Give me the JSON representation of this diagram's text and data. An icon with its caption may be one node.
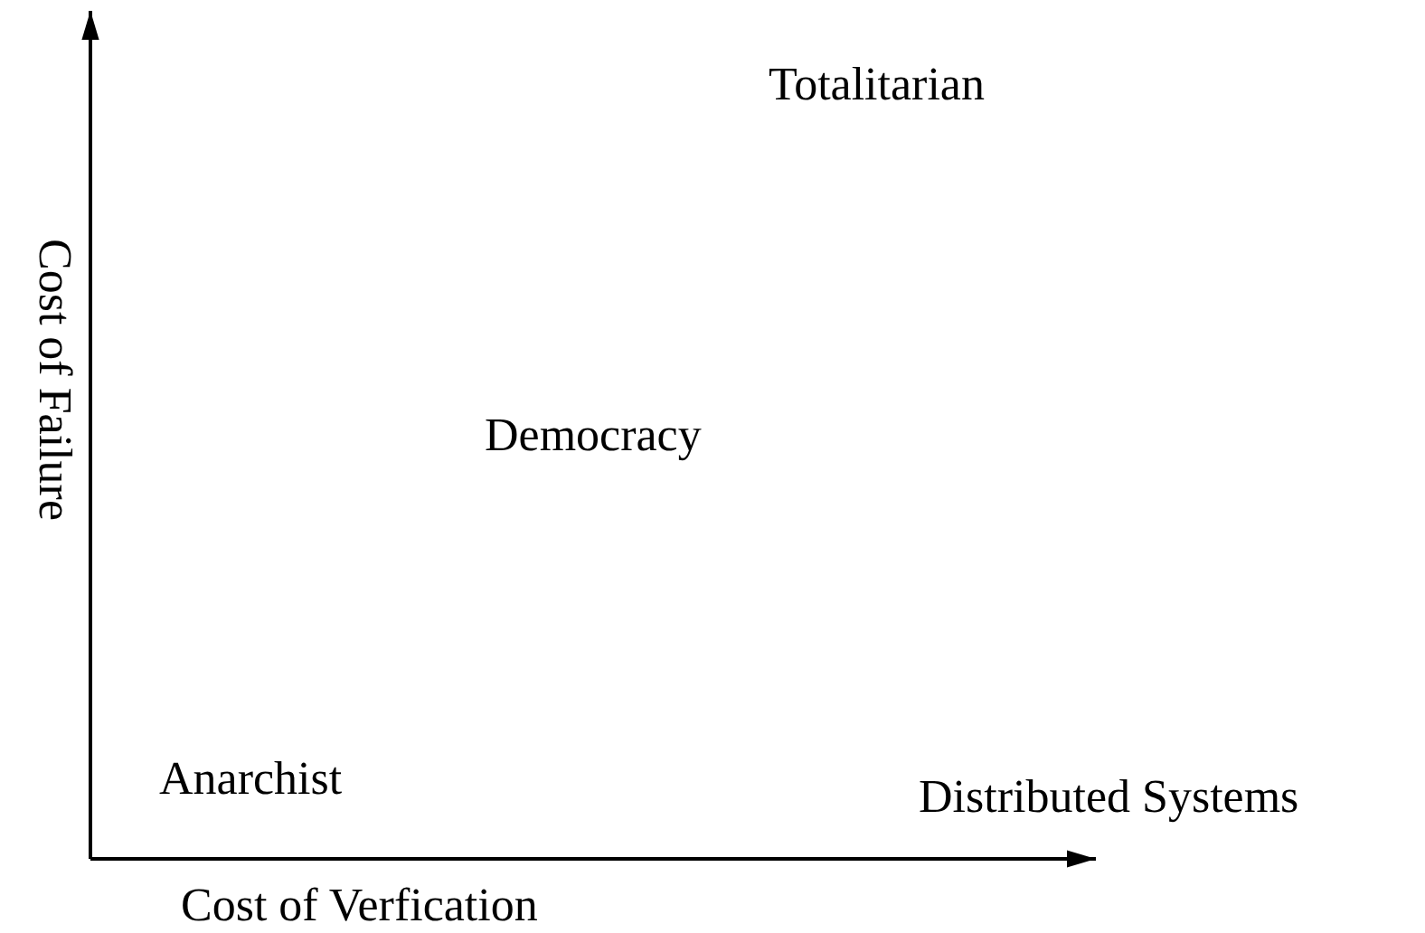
{
  "diagram": {
    "labels": [
      "Totalitarian",
      "Cost of Failure",
      "Democracy",
      "Anarchist",
      "Distributed Systems",
      "Cost of Verfication"
    ]
  }
}
